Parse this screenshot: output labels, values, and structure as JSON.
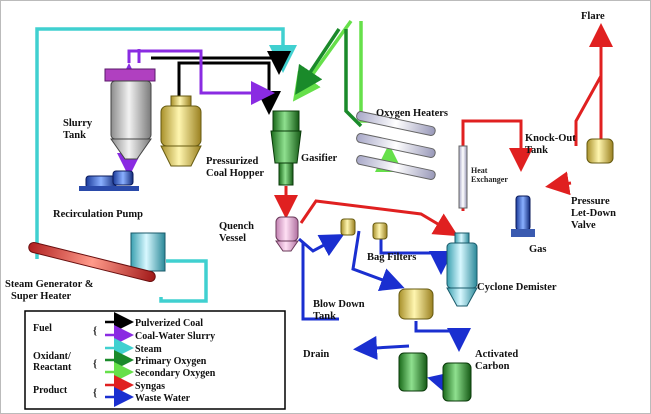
{
  "labels": {
    "flare": "Flare",
    "slurry_tank": "Slurry Tank",
    "pressurized_coal_hopper": "Pressurized Coal Hopper",
    "gasifier": "Gasifier",
    "oxygen_heaters": "Oxygen Heaters",
    "heat_exchanger": "Heat Exchanger",
    "knock_out_tank": "Knock-Out Tank",
    "pressure_let_down_valve": "Pressure Let-Down Valve",
    "gas": "Gas",
    "recirculation_pump": "Recirculation Pump",
    "quench_vessel": "Quench Vessel",
    "bag_filters": "Bag Filters",
    "cyclone_demister": "Cyclone Demister",
    "steam_generator": "Steam Generator & Super Heater",
    "blow_down_tank": "Blow Down Tank",
    "drain": "Drain",
    "activated_carbon": "Activated Carbon"
  },
  "legend": {
    "groups": [
      {
        "group": "Fuel",
        "items": [
          {
            "label": "Pulverized Coal",
            "color": "#000000"
          },
          {
            "label": "Coal-Water Slurry",
            "color": "#8a2be2"
          }
        ]
      },
      {
        "group": "Oxidant/ Reactant",
        "items": [
          {
            "label": "Steam",
            "color": "#40d0d0"
          },
          {
            "label": "Primary Oxygen",
            "color": "#1a8a2a"
          },
          {
            "label": "Secondary Oxygen",
            "color": "#66e04a"
          }
        ]
      },
      {
        "group": "Product",
        "items": [
          {
            "label": "Syngas",
            "color": "#e02020"
          },
          {
            "label": "Waste Water",
            "color": "#1a2fd0"
          }
        ]
      }
    ]
  },
  "colors": {
    "coal": "#000000",
    "slurry": "#8a2be2",
    "steam": "#40d0d0",
    "primary_oxygen": "#1a8a2a",
    "secondary_oxygen": "#66e04a",
    "syngas": "#e02020",
    "waste_water": "#1a2fd0"
  }
}
